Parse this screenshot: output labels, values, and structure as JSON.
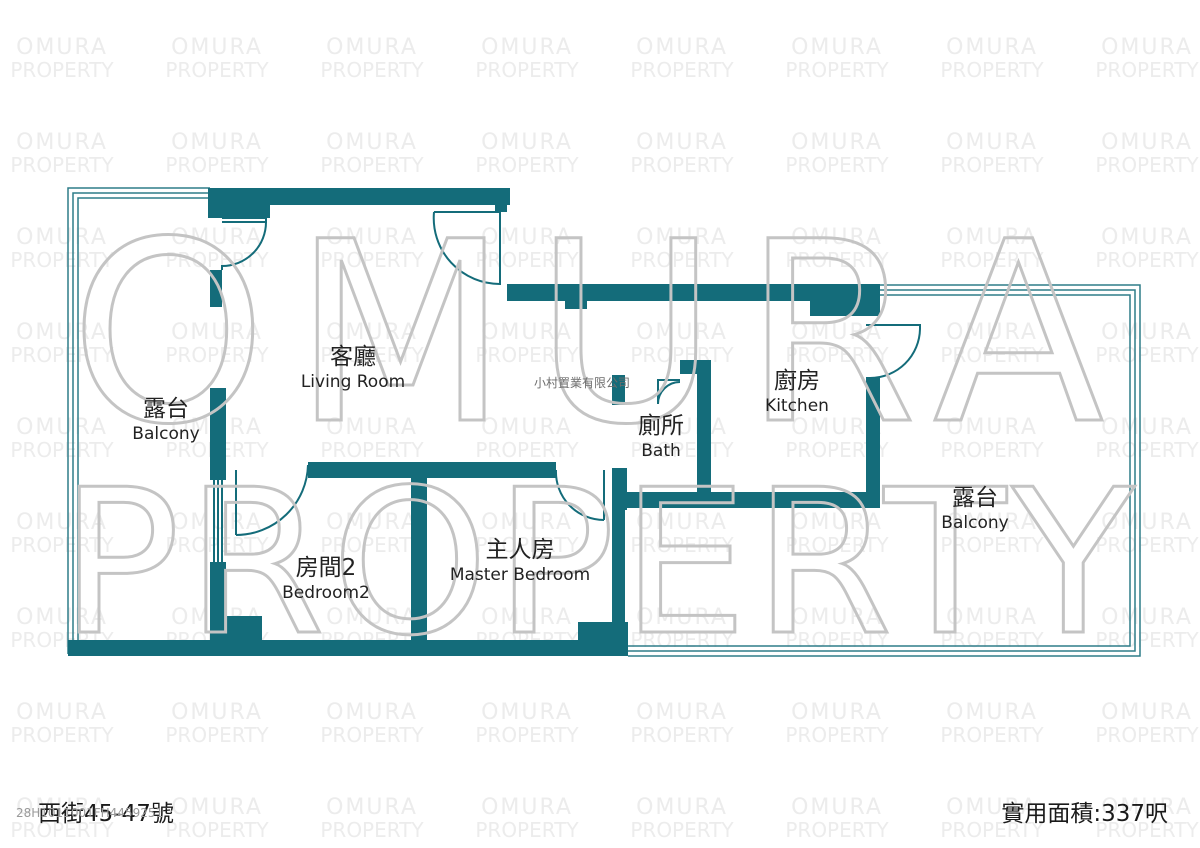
{
  "watermark": {
    "small_line1": "OMURA",
    "small_line2": "PROPERTY",
    "big_line1": "OMURA",
    "big_line2": "PROPERTY"
  },
  "colors": {
    "wall": "#146c7a",
    "thin_line": "#2f7d89",
    "watermark_small": "#ececec",
    "watermark_big": "#c4c4c4"
  },
  "rooms": {
    "living": {
      "zh": "客廳",
      "en": "Living Room"
    },
    "balcony_left": {
      "zh": "露台",
      "en": "Balcony"
    },
    "kitchen": {
      "zh": "廚房",
      "en": "Kitchen"
    },
    "bath": {
      "zh": "廁所",
      "en": "Bath"
    },
    "balcony_right": {
      "zh": "露台",
      "en": "Balcony"
    },
    "bedroom2": {
      "zh": "房間2",
      "en": "Bedroom2"
    },
    "master": {
      "zh": "主人房",
      "en": "Master Bedroom"
    }
  },
  "agent": "小村置業有限公司",
  "footer": {
    "address": "西街45-47號",
    "area": "實用面積:337呎",
    "ref": "28H1011001FH4459251"
  }
}
